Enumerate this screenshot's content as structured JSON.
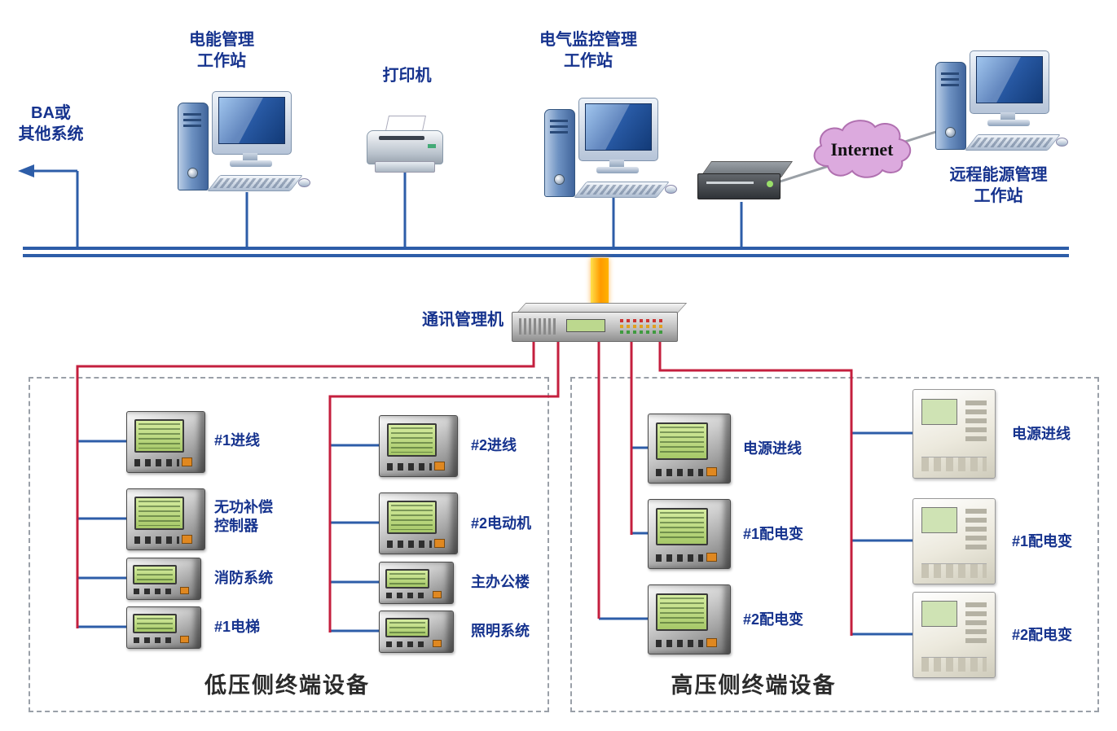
{
  "colors": {
    "bus_blue": "#2d5da8",
    "wire_red": "#c41f3e",
    "label_blue": "#16338e",
    "uplink_orange": "#ff9a00",
    "cloud_pink": "#dcaade"
  },
  "nodes": {
    "ba": {
      "label": "BA或\n其他系统"
    },
    "energy_ws": {
      "label": "电能管理\n工作站"
    },
    "printer": {
      "label": "打印机"
    },
    "monitor_ws": {
      "label": "电气监控管理\n工作站"
    },
    "internet": {
      "label": "Internet"
    },
    "remote_ws": {
      "label": "远程能源管理\n工作站"
    },
    "comm": {
      "label": "通讯管理机"
    }
  },
  "groups": [
    {
      "label": "低压侧终端设备",
      "columns": [
        {
          "devices": [
            "#1进线",
            "无功补偿\n控制器",
            "消防系统",
            "#1电梯"
          ]
        },
        {
          "devices": [
            "#2进线",
            "#2电动机",
            "主办公楼",
            "照明系统"
          ]
        }
      ]
    },
    {
      "label": "高压侧终端设备",
      "columns": [
        {
          "devices": [
            "电源进线",
            "#1配电变",
            "#2配电变"
          ]
        },
        {
          "devices": [
            "电源进线",
            "#1配电变",
            "#2配电变"
          ]
        }
      ]
    }
  ]
}
